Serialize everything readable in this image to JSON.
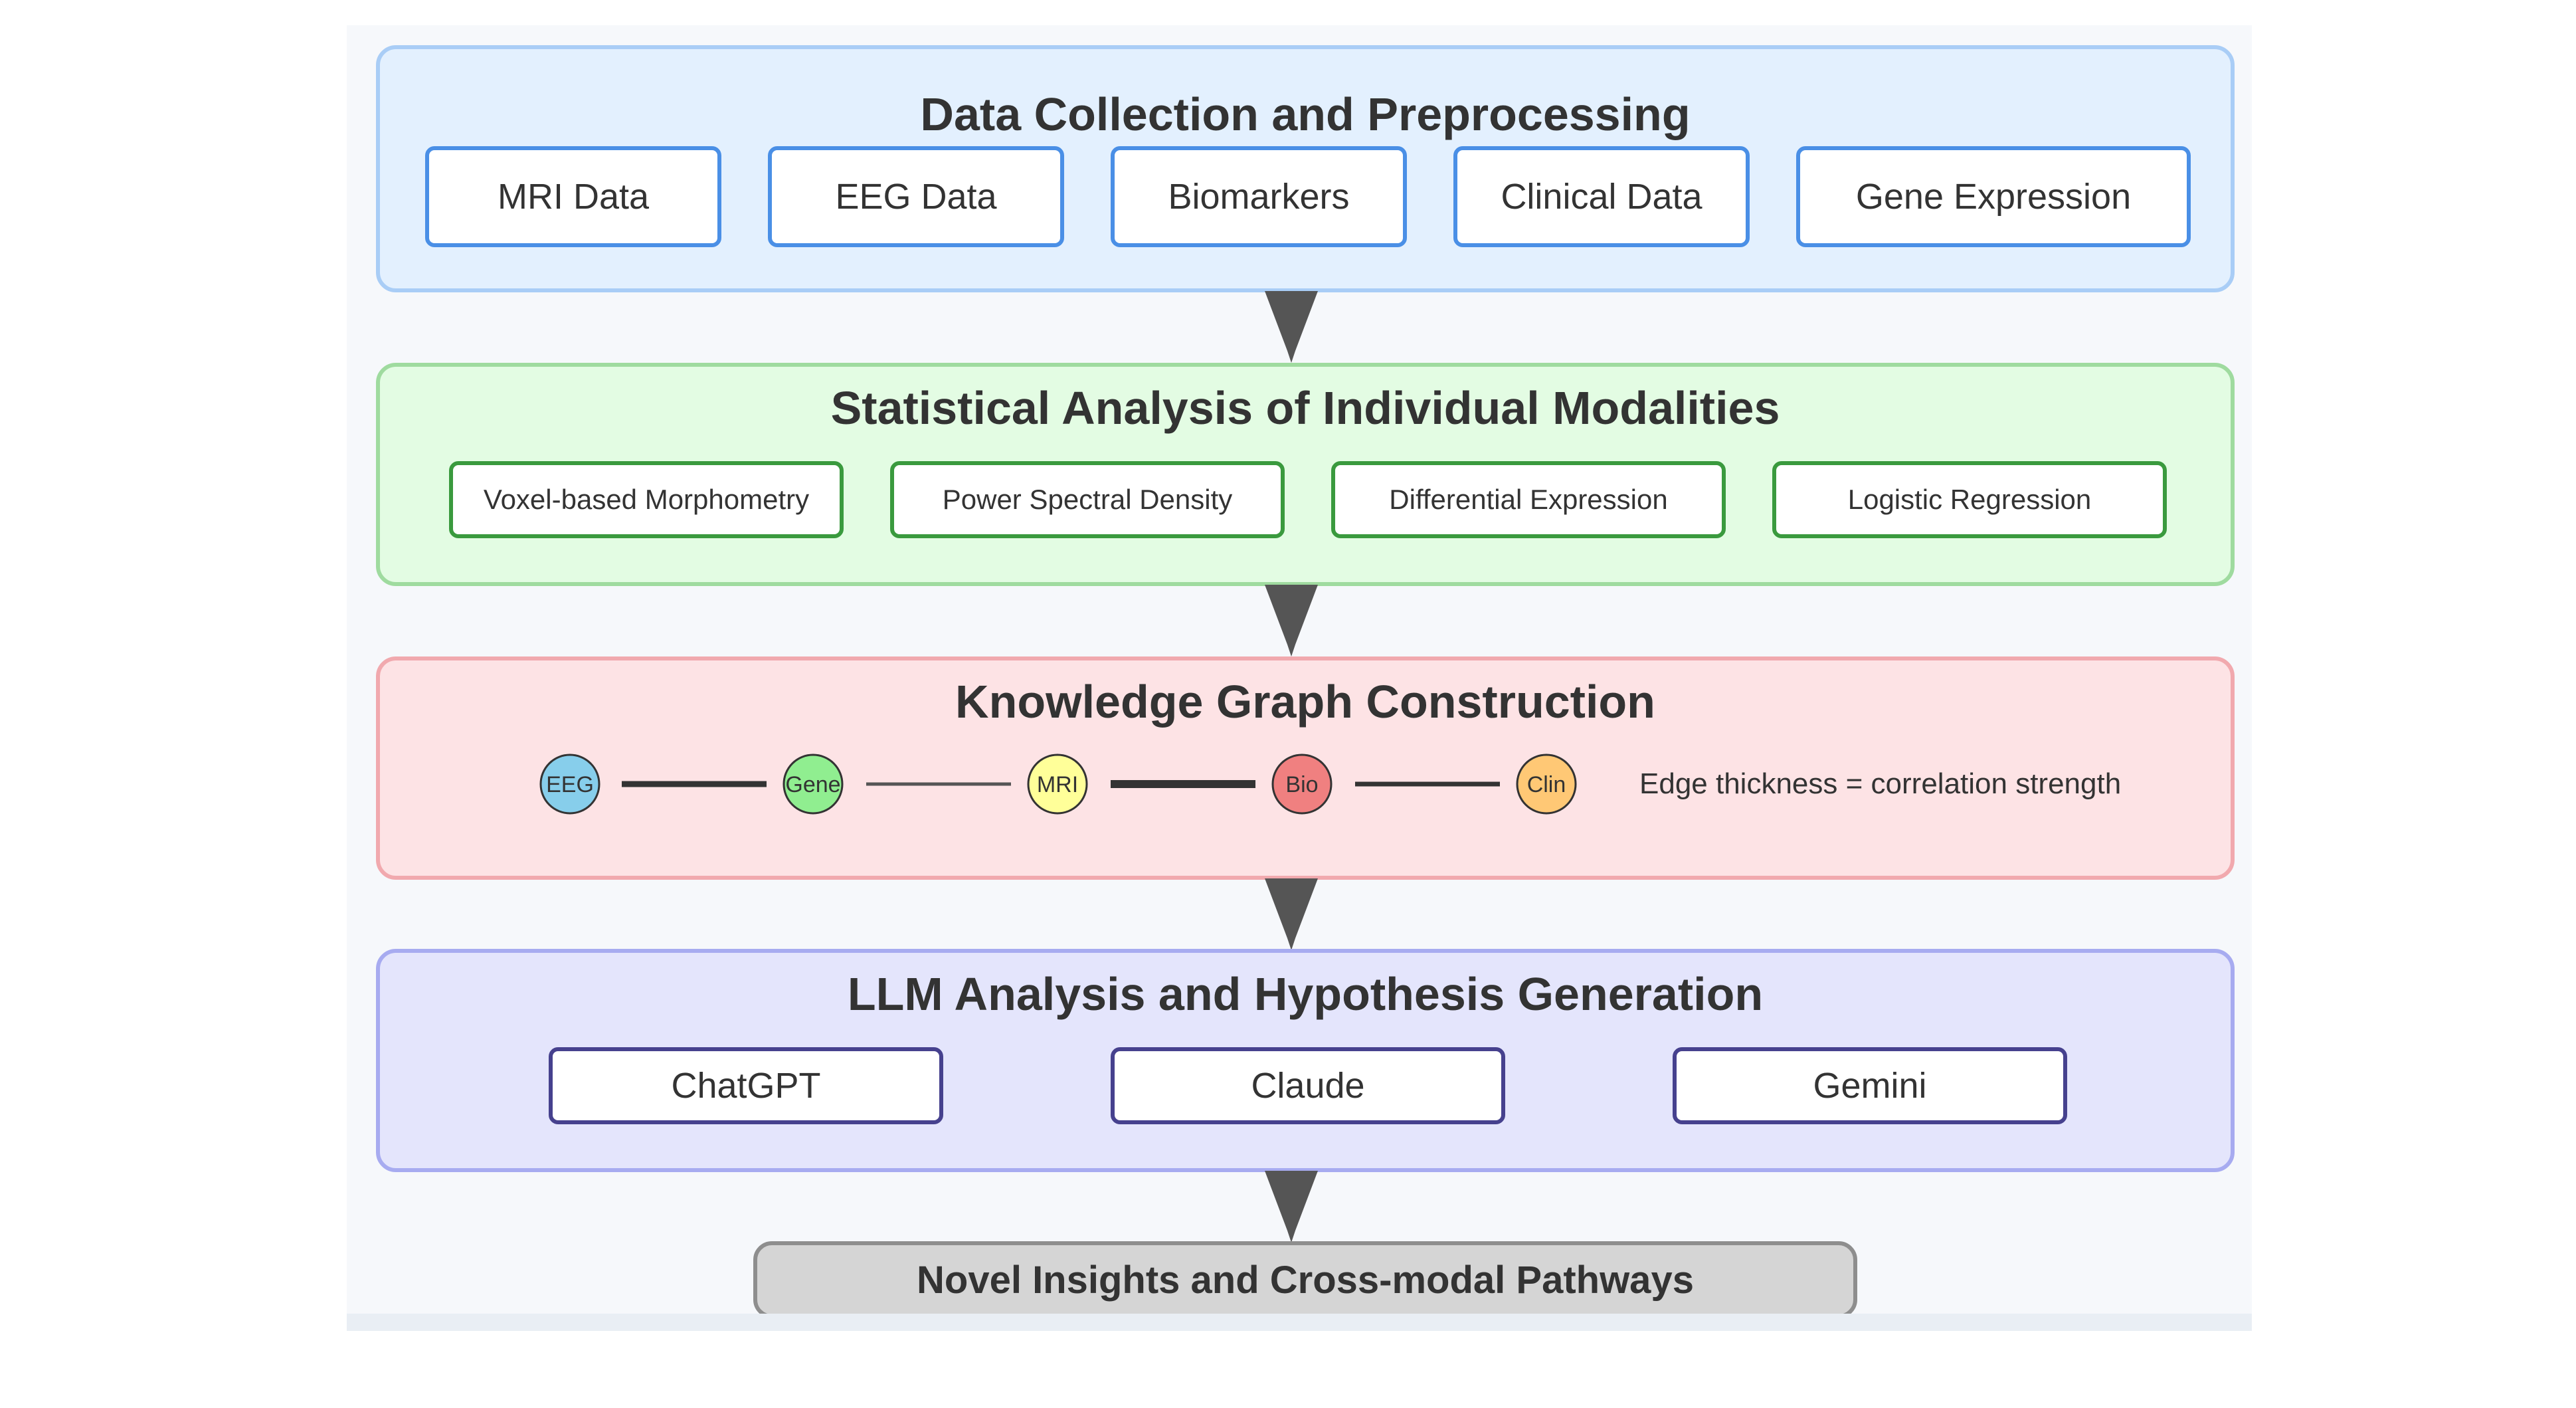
{
  "sections": {
    "collection": {
      "title": "Data Collection and Preprocessing",
      "items": [
        "MRI Data",
        "EEG Data",
        "Biomarkers",
        "Clinical Data",
        "Gene Expression"
      ]
    },
    "stats": {
      "title": "Statistical Analysis of Individual Modalities",
      "items": [
        "Voxel-based Morphometry",
        "Power Spectral Density",
        "Differential Expression",
        "Logistic Regression"
      ]
    },
    "graph": {
      "title": "Knowledge Graph Construction",
      "nodes": [
        {
          "label": "EEG",
          "color": "#87ceeb"
        },
        {
          "label": "Gene",
          "color": "#90ee90"
        },
        {
          "label": "MRI",
          "color": "#ffff99"
        },
        {
          "label": "Bio",
          "color": "#f08080"
        },
        {
          "label": "Clin",
          "color": "#ffc875"
        }
      ],
      "edges": [
        {
          "from": "EEG",
          "to": "Gene",
          "strength": "strong"
        },
        {
          "from": "Gene",
          "to": "MRI",
          "strength": "weak"
        },
        {
          "from": "MRI",
          "to": "Bio",
          "strength": "strong"
        },
        {
          "from": "Bio",
          "to": "Clin",
          "strength": "medium"
        }
      ],
      "note": "Edge thickness = correlation strength"
    },
    "llm": {
      "title": "LLM Analysis and Hypothesis Generation",
      "items": [
        "ChatGPT",
        "Claude",
        "Gemini"
      ]
    },
    "final": {
      "title": "Novel Insights and Cross-modal Pathways"
    }
  },
  "colors": {
    "collection_bg": "#e3f0fe",
    "stats_bg": "#e3fce3",
    "graph_bg": "#fde3e5",
    "llm_bg": "#e4e5fc",
    "final_bg": "#d5d5d5",
    "arrow": "#555555"
  }
}
